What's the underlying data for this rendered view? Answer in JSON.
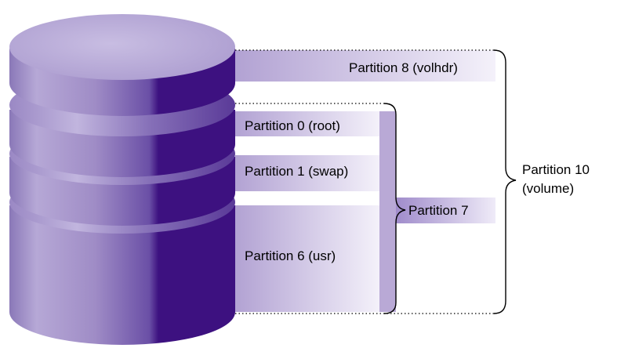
{
  "labels": {
    "partition_8": "Partition 8 (volhdr)",
    "partition_0": "Partition 0 (root)",
    "partition_1": "Partition 1 (swap)",
    "partition_6": "Partition 6 (usr)",
    "partition_7": "Partition 7",
    "partition_10_line1": "Partition 10",
    "partition_10_line2": "(volume)"
  },
  "colors": {
    "disk_light": "#cabfe0",
    "disk_top": "#b5a6d3",
    "disk_dark": "#3d1180",
    "band_light": "#b9a9d6",
    "outline": "#000000"
  }
}
